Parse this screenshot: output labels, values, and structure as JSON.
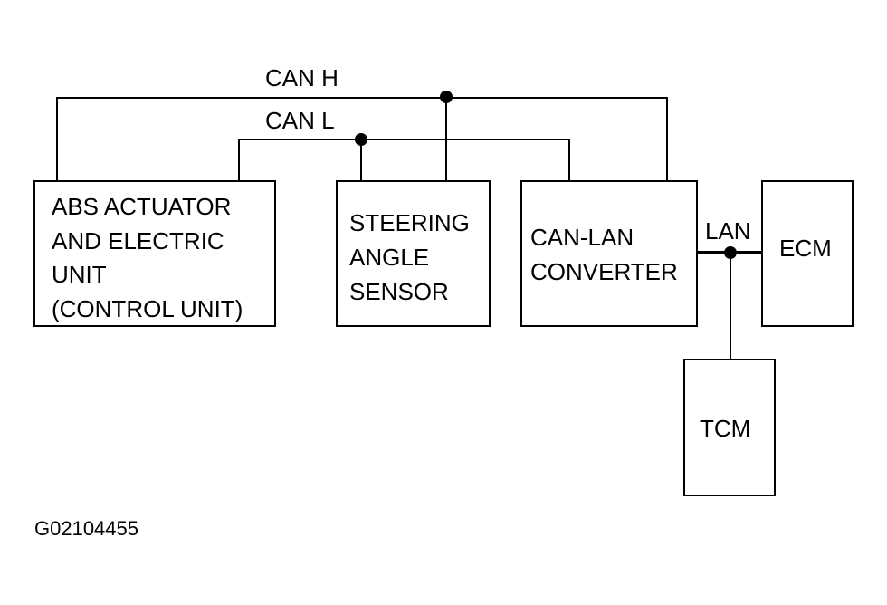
{
  "bus_labels": {
    "can_h": "CAN H",
    "can_l": "CAN L",
    "lan": "LAN"
  },
  "modules": {
    "abs": [
      "ABS ACTUATOR",
      "AND ELECTRIC",
      "UNIT",
      "(CONTROL UNIT)"
    ],
    "steering": [
      "STEERING",
      "ANGLE",
      "SENSOR"
    ],
    "converter": [
      "CAN-LAN",
      "CONVERTER"
    ],
    "ecm": "ECM",
    "tcm": "TCM"
  },
  "figure_id": "G02104455"
}
